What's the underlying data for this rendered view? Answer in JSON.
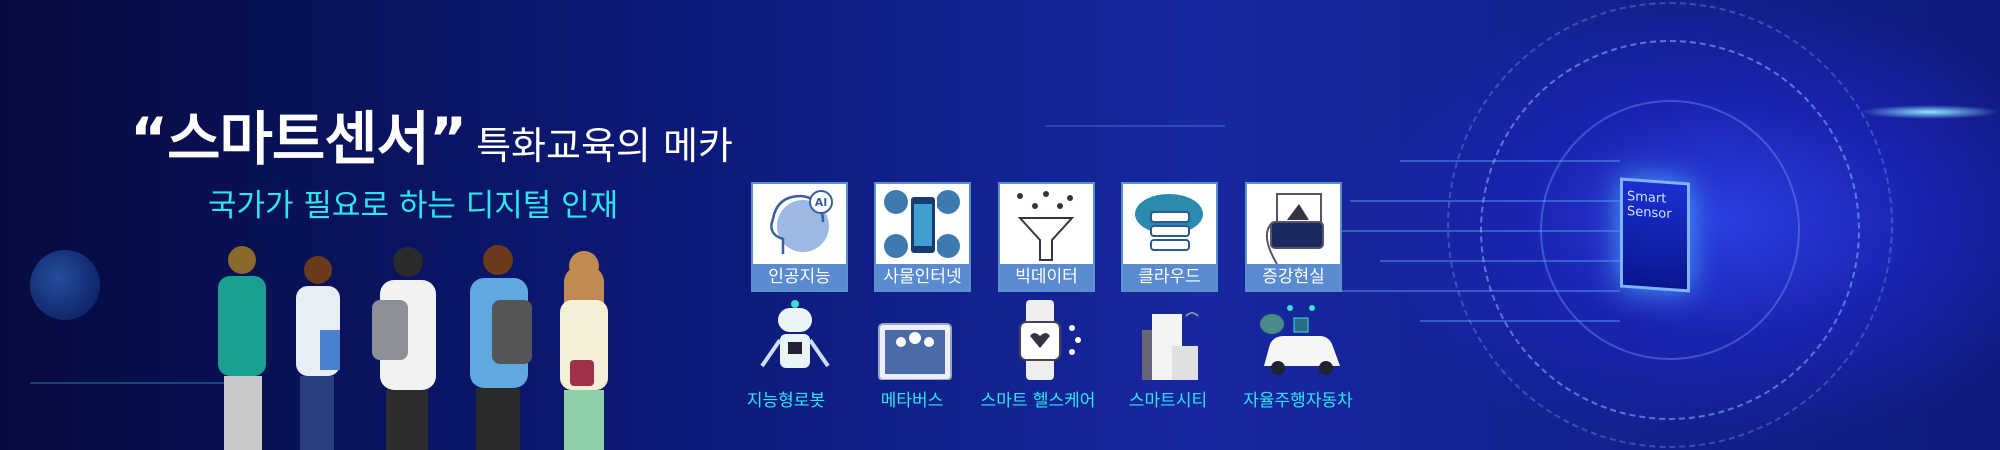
{
  "headline": {
    "quote_open": "“",
    "brand": "스마트센서",
    "quote_close": "”",
    "rest": "특화교육의 메카"
  },
  "subtitle": "국가가 필요로 하는 디지털 인재",
  "top_tiles": [
    {
      "label": "인공지능",
      "icon": "ai-brain-icon"
    },
    {
      "label": "사물인터넷",
      "icon": "iot-icon"
    },
    {
      "label": "빅데이터",
      "icon": "funnel-icon"
    },
    {
      "label": "클라우드",
      "icon": "cloud-server-icon"
    },
    {
      "label": "증강현실",
      "icon": "ar-phone-icon"
    }
  ],
  "bottom_items": [
    {
      "label": "지능형로봇",
      "icon": "robot-icon"
    },
    {
      "label": "메타버스",
      "icon": "metaverse-icon"
    },
    {
      "label": "스마트 헬스케어",
      "icon": "smartwatch-heart-icon"
    },
    {
      "label": "스마트시티",
      "icon": "smart-city-icon"
    },
    {
      "label": "자율주행자동차",
      "icon": "autonomous-car-icon"
    }
  ],
  "chip": {
    "line1": "Smart",
    "line2": "Sensor"
  },
  "ai_badge": "AI",
  "colors": {
    "accent": "#29e6f0",
    "tile_label": "#5a8bd0",
    "bg": "#101a7c"
  }
}
